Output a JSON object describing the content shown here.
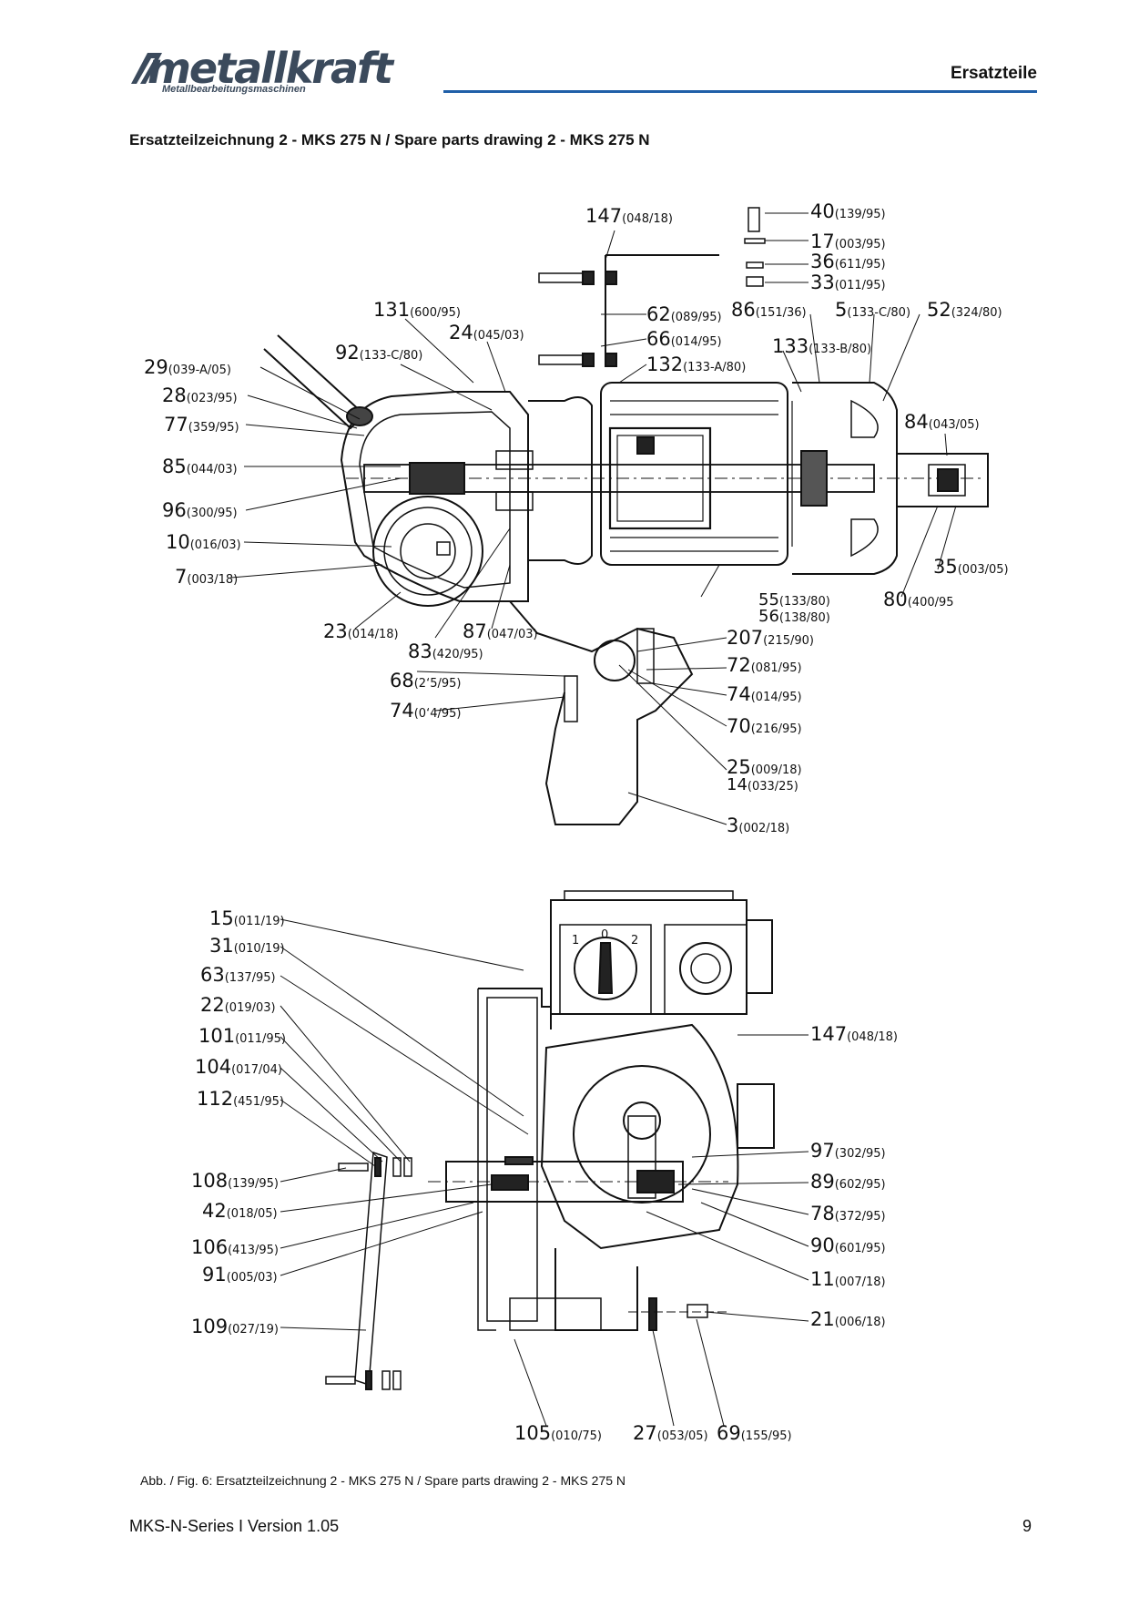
{
  "header": {
    "logo_text": "metallkraft",
    "logo_subtitle": "Metallbearbeitungsmaschinen",
    "section_title": "Ersatzteile",
    "accent_color": "#1f5fa8"
  },
  "heading": "Ersatzteilzeichnung 2 - MKS 275 N / Spare parts drawing 2 - MKS 275 N",
  "figure_top": {
    "callouts": [
      {
        "num": "147",
        "ref": "(048/18)"
      },
      {
        "num": "40",
        "ref": "(139/95)"
      },
      {
        "num": "17",
        "ref": "(003/95)"
      },
      {
        "num": "36",
        "ref": "(611/95)"
      },
      {
        "num": "33",
        "ref": "(011/95)"
      },
      {
        "num": "131",
        "ref": "(600/95)"
      },
      {
        "num": "62",
        "ref": "(089/95)"
      },
      {
        "num": "86",
        "ref": "(151/36)"
      },
      {
        "num": "5",
        "ref": "(133-C/80)"
      },
      {
        "num": "52",
        "ref": "(324/80)"
      },
      {
        "num": "24",
        "ref": "(045/03)"
      },
      {
        "num": "66",
        "ref": "(014/95)"
      },
      {
        "num": "92",
        "ref": "(133-C/80)"
      },
      {
        "num": "133",
        "ref": "(133-B/80)"
      },
      {
        "num": "132",
        "ref": "(133-A/80)"
      },
      {
        "num": "29",
        "ref": "(039-A/05)"
      },
      {
        "num": "28",
        "ref": "(023/95)"
      },
      {
        "num": "77",
        "ref": "(359/95)"
      },
      {
        "num": "84",
        "ref": "(043/05)"
      },
      {
        "num": "85",
        "ref": "(044/03)"
      },
      {
        "num": "96",
        "ref": "(300/95)"
      },
      {
        "num": "10",
        "ref": "(016/03)"
      },
      {
        "num": "35",
        "ref": "(003/05)"
      },
      {
        "num": "7",
        "ref": "(003/18)"
      },
      {
        "num": "55",
        "ref": "(133/80)"
      },
      {
        "num": "56",
        "ref": "(138/80)"
      },
      {
        "num": "80",
        "ref": "(400/95"
      },
      {
        "num": "23",
        "ref": "(014/18)"
      },
      {
        "num": "87",
        "ref": "(047/03)"
      },
      {
        "num": "83",
        "ref": "(420/95)"
      },
      {
        "num": "207",
        "ref": "(215/90)"
      },
      {
        "num": "72",
        "ref": "(081/95)"
      },
      {
        "num": "68",
        "ref": "(2‘5/95)"
      },
      {
        "num": "74",
        "ref": "(014/95)"
      },
      {
        "num": "74",
        "ref": "(0‘4/95)"
      },
      {
        "num": "70",
        "ref": "(216/95)"
      },
      {
        "num": "25",
        "ref": "(009/18)"
      },
      {
        "num": "14",
        "ref": "(033/25)"
      },
      {
        "num": "3",
        "ref": "(002/18)"
      }
    ],
    "switch_label": ""
  },
  "figure_bottom": {
    "switch_marks": [
      "1",
      "0",
      "2"
    ],
    "callouts": [
      {
        "num": "15",
        "ref": "(011/19)"
      },
      {
        "num": "31",
        "ref": "(010/19)"
      },
      {
        "num": "63",
        "ref": "(137/95)"
      },
      {
        "num": "22",
        "ref": "(019/03)"
      },
      {
        "num": "101",
        "ref": "(011/95)"
      },
      {
        "num": "104",
        "ref": "(017/04)"
      },
      {
        "num": "112",
        "ref": "(451/95)"
      },
      {
        "num": "147",
        "ref": "(048/18)"
      },
      {
        "num": "97",
        "ref": "(302/95)"
      },
      {
        "num": "108",
        "ref": "(139/95)"
      },
      {
        "num": "89",
        "ref": "(602/95)"
      },
      {
        "num": "42",
        "ref": "(018/05)"
      },
      {
        "num": "78",
        "ref": "(372/95)"
      },
      {
        "num": "106",
        "ref": "(413/95)"
      },
      {
        "num": "90",
        "ref": "(601/95)"
      },
      {
        "num": "91",
        "ref": "(005/03)"
      },
      {
        "num": "11",
        "ref": "(007/18)"
      },
      {
        "num": "21",
        "ref": "(006/18)"
      },
      {
        "num": "109",
        "ref": "(027/19)"
      },
      {
        "num": "105",
        "ref": "(010/75)"
      },
      {
        "num": "27",
        "ref": "(053/05)"
      },
      {
        "num": "69",
        "ref": "(155/95)"
      }
    ]
  },
  "caption": "Abb. / Fig. 6: Ersatzteilzeichnung 2 - MKS 275 N / Spare parts drawing 2 - MKS 275 N",
  "footer": {
    "left": "MKS-N-Series I Version 1.05",
    "page_number": "9"
  }
}
